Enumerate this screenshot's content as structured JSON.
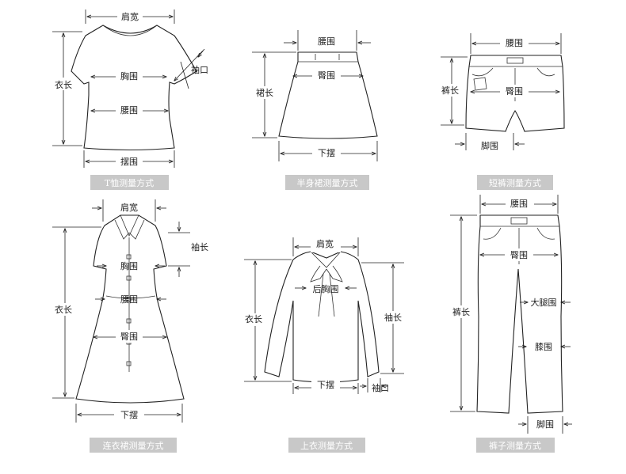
{
  "colors": {
    "caption_bg": "#c8c8c8",
    "caption_text": "#ffffff",
    "line": "#222222"
  },
  "garments": {
    "tshirt": {
      "caption": "T恤测量方式",
      "shoulder": "肩宽",
      "length": "衣长",
      "chest": "胸围",
      "waist": "腰围",
      "hem": "摆围",
      "cuff": "袖口"
    },
    "skirt": {
      "caption": "半身裙测量方式",
      "waist": "腰围",
      "hip": "臀围",
      "length": "裙长",
      "hem": "下摆"
    },
    "shorts": {
      "caption": "短裤测量方式",
      "waist": "腰围",
      "hip": "臀围",
      "length": "裤长",
      "leg": "脚围"
    },
    "dress": {
      "caption": "连衣裙测量方式",
      "shoulder": "肩宽",
      "sleeve": "袖长",
      "chest": "胸围",
      "waist": "腰围",
      "length": "衣长",
      "hip": "臀围",
      "hem": "下摆"
    },
    "blouse": {
      "caption": "上衣测量方式",
      "shoulder": "肩宽",
      "back_chest": "后胸围",
      "length": "衣长",
      "sleeve": "袖长",
      "hem": "下摆",
      "cuff": "袖口"
    },
    "pants": {
      "caption": "裤子测量方式",
      "waist": "腰围",
      "hip": "臀围",
      "length": "裤长",
      "thigh": "大腿围",
      "knee": "膝围",
      "leg": "脚围"
    }
  }
}
